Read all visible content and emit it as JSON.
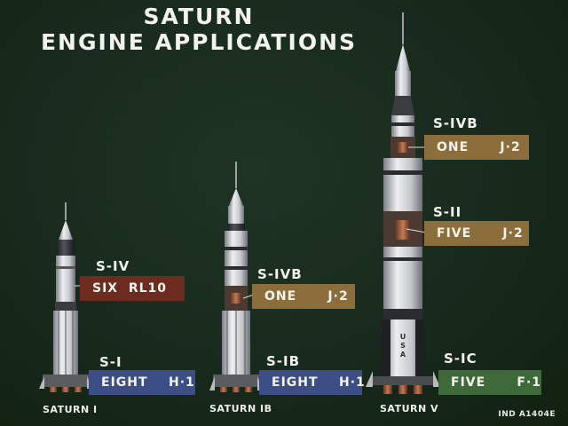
{
  "title": {
    "line1": "SATURN",
    "line2": "ENGINE APPLICATIONS"
  },
  "rockets": [
    {
      "name": "SATURN I",
      "stages": [
        {
          "label": "S-IV",
          "engines": "SIX  RL10",
          "color": "#6e2b20"
        },
        {
          "label": "S-I",
          "engines": "EIGHT    H·1",
          "color": "#3d4e86"
        }
      ]
    },
    {
      "name": "SATURN IB",
      "stages": [
        {
          "label": "S-IVB",
          "engines": "ONE      J·2",
          "color": "#8c6e3c"
        },
        {
          "label": "S-IB",
          "engines": "EIGHT    H·1",
          "color": "#3d4e86"
        }
      ]
    },
    {
      "name": "SATURN V",
      "stages": [
        {
          "label": "S-IVB",
          "engines": "ONE      J·2",
          "color": "#8c6e3c"
        },
        {
          "label": "S-II",
          "engines": "FIVE      J·2",
          "color": "#8c6e3c"
        },
        {
          "label": "S-IC",
          "engines": "FIVE      F·1",
          "color": "#3e6a3a"
        }
      ]
    }
  ],
  "figure_code": "IND A1404E",
  "colors": {
    "background": "#182a1d",
    "rocket_white": "#d9dadc",
    "rocket_dark": "#2a2c30"
  }
}
